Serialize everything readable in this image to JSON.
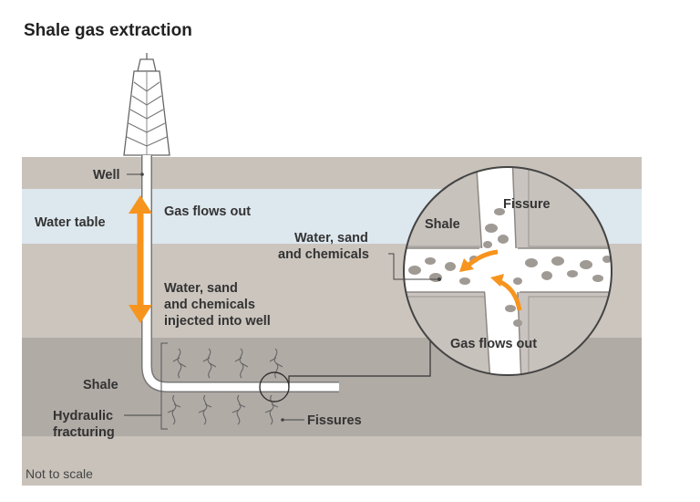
{
  "title": "Shale gas extraction",
  "labels": {
    "well": "Well",
    "water_table": "Water table",
    "gas_flows_out": "Gas flows out",
    "water_sand_line1": "Water, sand",
    "water_sand_line2": "and chemicals",
    "water_sand_line3": "injected into well",
    "shale": "Shale",
    "hydraulic_line1": "Hydraulic",
    "hydraulic_line2": "fracturing",
    "fissures": "Fissures",
    "not_to_scale": "Not to scale"
  },
  "inset": {
    "fissure": "Fissure",
    "shale": "Shale",
    "water_sand_line1": "Water, sand",
    "water_sand_line2": "and chemicals",
    "gas_flows_out": "Gas flows out"
  },
  "colors": {
    "arrow": "#f7941d",
    "surface": "#c8c2bb",
    "water": "#dde7ee",
    "rock": "#cbc5be",
    "shale_layer": "#b1aba6",
    "well_pipe": "#ffffff"
  }
}
